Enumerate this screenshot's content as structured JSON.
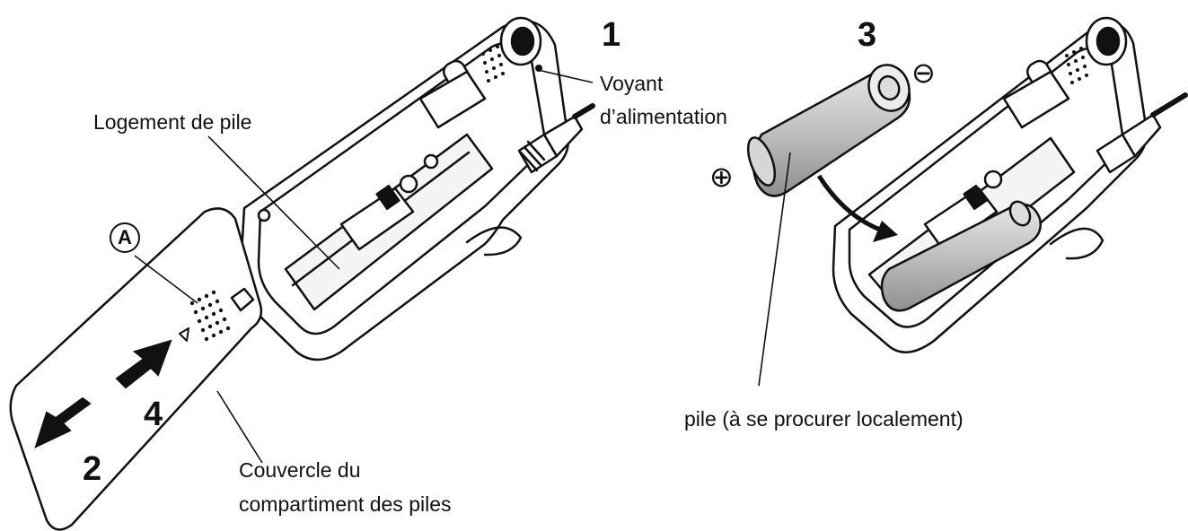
{
  "labels": {
    "voyant_line1": "Voyant",
    "voyant_line2": "d’alimentation",
    "logement": "Logement de pile",
    "couvercle_line1": "Couvercle du",
    "couvercle_line2": "compartiment des piles",
    "pile": "pile (à se procurer localement)",
    "marker_a": "A"
  },
  "steps": {
    "s1": "1",
    "s2": "2",
    "s3": "3",
    "s4": "4"
  },
  "polarity": {
    "plus": "⊕",
    "minus": "⊖"
  },
  "colors": {
    "ink": "#111111",
    "body_fill": "#ffffff",
    "battery_fill": "#bdbdbd",
    "battery_dark": "#8a8a8a"
  }
}
